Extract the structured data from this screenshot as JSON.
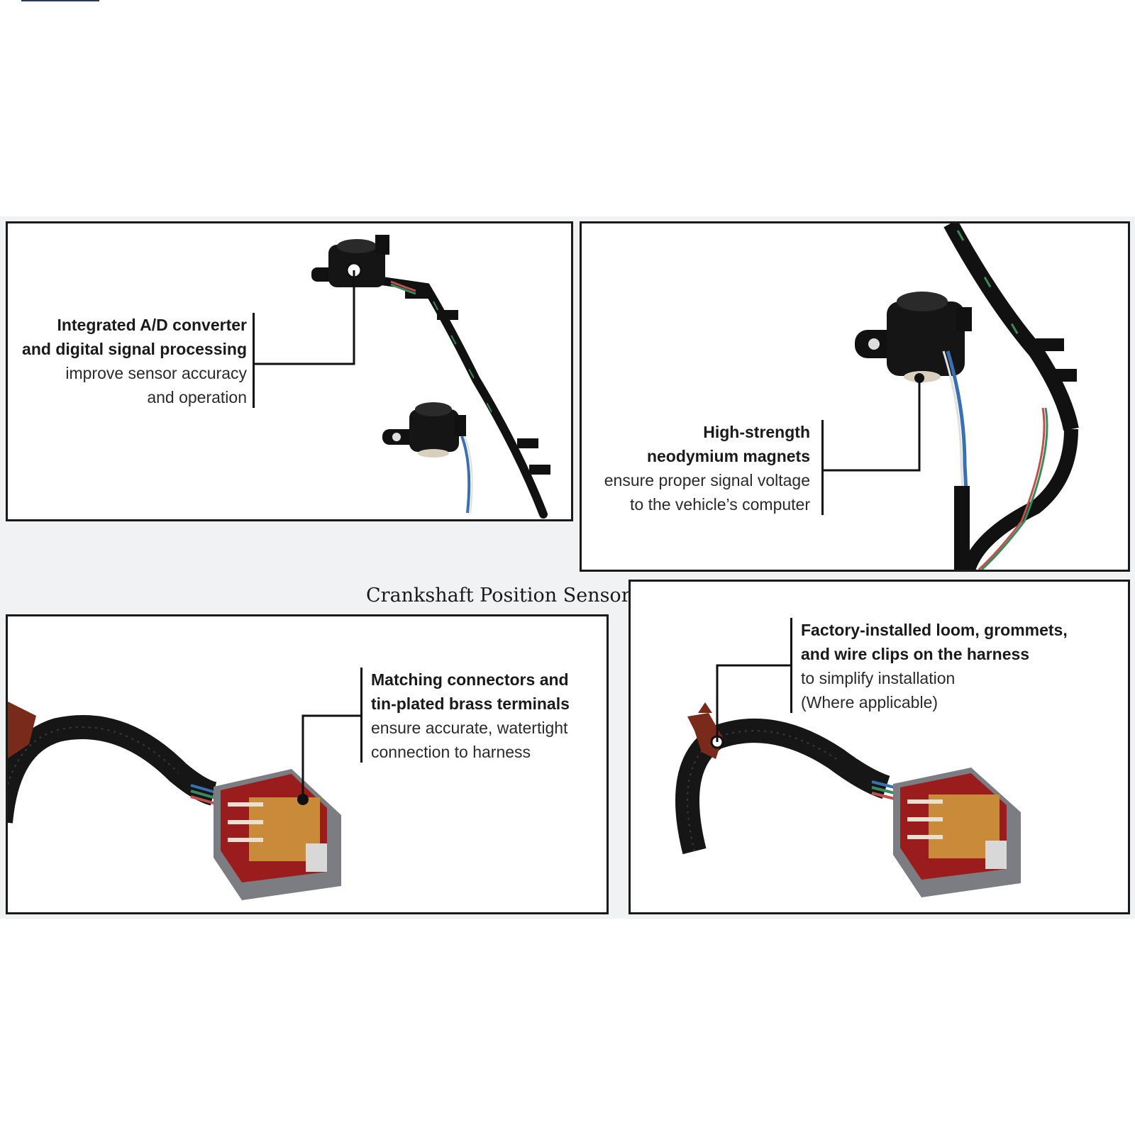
{
  "title": "Crankshaft Position Sensor",
  "panels": [
    {
      "bold": [
        "Integrated A/D converter",
        "and digital signal processing"
      ],
      "normal": [
        "improve sensor accuracy",
        "and operation"
      ]
    },
    {
      "bold": [
        "High-strength",
        "neodymium magnets"
      ],
      "normal": [
        "ensure proper signal voltage",
        "to the vehicle’s computer"
      ]
    },
    {
      "bold": [
        "Matching connectors and",
        "tin-plated brass terminals"
      ],
      "normal": [
        "ensure accurate, watertight",
        "connection to harness"
      ]
    },
    {
      "bold": [
        "Factory-installed loom, grommets,",
        "and wire clips on the harness"
      ],
      "normal": [
        "to simplify installation",
        "(Where applicable)"
      ]
    }
  ],
  "colors": {
    "frame": "#1a1a1a",
    "sensor_body": "#111111",
    "connector_housing": "#7b7d82",
    "connector_cutaway": "#9b1c1c",
    "terminals": "#c98a3a",
    "grommet": "#7a2a1a",
    "wire_blue": "#3a6fb0",
    "wire_green": "#3a8a5a",
    "wire_red": "#c0504d"
  }
}
